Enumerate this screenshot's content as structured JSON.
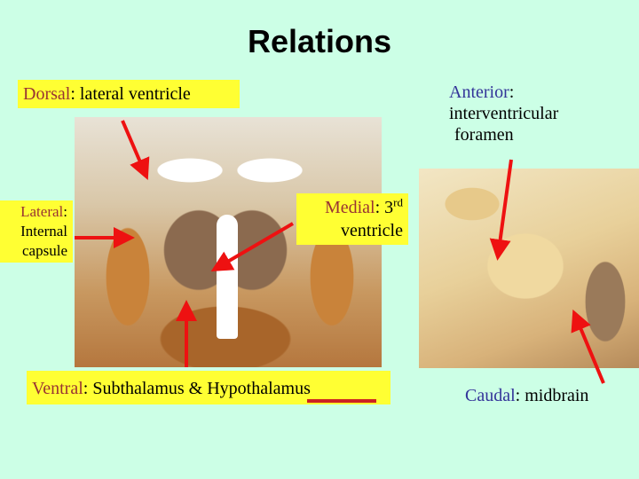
{
  "slide": {
    "title": "Relations",
    "dorsal": {
      "term": "Dorsal",
      "text": ": lateral ventricle"
    },
    "anterior": {
      "term": "Anterior",
      "line1": ":",
      "line2": "interventricular",
      "line3": "foramen"
    },
    "lateral": {
      "term": "Lateral",
      "line1": ":",
      "line2": "Internal",
      "line3": "capsule"
    },
    "medial": {
      "term": "Medial",
      "text": ": 3",
      "sup": "rd",
      "line2": "ventricle"
    },
    "ventral": {
      "term": "Ventral",
      "text": ": Subthalamus & Hypothalamus"
    },
    "caudal": {
      "term": "Caudal",
      "text": ": midbrain"
    }
  },
  "colors": {
    "background": "#ccffe6",
    "highlight": "#ffff33",
    "arrow": "#ee1111",
    "term_red": "#993333",
    "term_blue": "#333399"
  }
}
